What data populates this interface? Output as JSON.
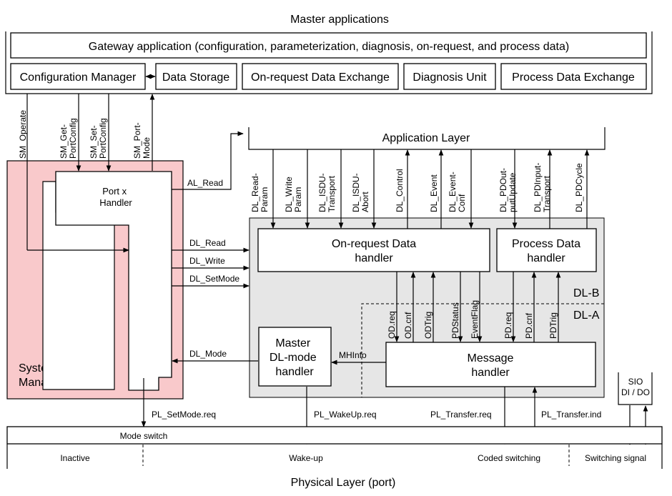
{
  "master": {
    "title": "Master applications",
    "gateway": "Gateway application (configuration, parameterization, diagnosis, on-request, and process data)",
    "modules": [
      "Configuration Manager",
      "Data Storage",
      "On-request Data Exchange",
      "Diagnosis Unit",
      "Process Data Exchange"
    ]
  },
  "sm_signals": [
    {
      "lines": [
        "SM_Operate"
      ]
    },
    {
      "lines": [
        "SM_Get-",
        "PortConfig"
      ]
    },
    {
      "lines": [
        "SM_Set-",
        "PortConfig"
      ]
    },
    {
      "lines": [
        "SM_Port-",
        "Mode"
      ]
    }
  ],
  "application_layer": "Application Layer",
  "system_management": [
    "System",
    "Management"
  ],
  "port_handler": [
    "Port x",
    "Handler"
  ],
  "left_signals": {
    "al_read": "AL_Read",
    "dl_read": "DL_Read",
    "dl_write": "DL_Write",
    "dl_setmode": "DL_SetMode",
    "dl_mode": "DL_Mode"
  },
  "al_services": [
    {
      "lines": [
        "DL_Read-",
        "Param"
      ]
    },
    {
      "lines": [
        "DL_Write",
        "Param"
      ]
    },
    {
      "lines": [
        "DL_ISDU-",
        "Transport"
      ]
    },
    {
      "lines": [
        "DL_ISDU-",
        "Abort"
      ]
    },
    {
      "lines": [
        "DL_Control"
      ]
    },
    {
      "lines": [
        "DL_Event"
      ]
    },
    {
      "lines": [
        "DL_Event-",
        "Conf"
      ]
    },
    {
      "lines": [
        "DL_PDOut-",
        "putUpdate"
      ]
    },
    {
      "lines": [
        "DL_PDInput-",
        "Transport"
      ]
    },
    {
      "lines": [
        "DL_PDCycle"
      ]
    }
  ],
  "on_request_handler": [
    "On-request Data",
    "handler"
  ],
  "process_data_handler": [
    "Process Data",
    "handler"
  ],
  "dl_b": "DL-B",
  "dl_a": "DL-A",
  "internal_signals": [
    "OD.req",
    "OD.cnf",
    "ODTrig",
    "PDStatus",
    "EventFlag",
    "PD.req",
    "PD.cnf",
    "PDTrig"
  ],
  "master_dl_mode": [
    "Master",
    "DL-mode",
    "handler"
  ],
  "mhinfo": "MHInfo",
  "message_handler": [
    "Message",
    "handler"
  ],
  "sio": [
    "SIO",
    "DI / DO"
  ],
  "pl_signals": {
    "setmode": "PL_SetMode.req",
    "wakeup": "PL_WakeUp.req",
    "transfer_req": "PL_Transfer.req",
    "transfer_ind": "PL_Transfer.ind"
  },
  "physical": {
    "mode_switch": "Mode switch",
    "states": [
      "Inactive",
      "Wake-up",
      "Coded switching",
      "Switching signal"
    ],
    "title": "Physical Layer (port)"
  }
}
